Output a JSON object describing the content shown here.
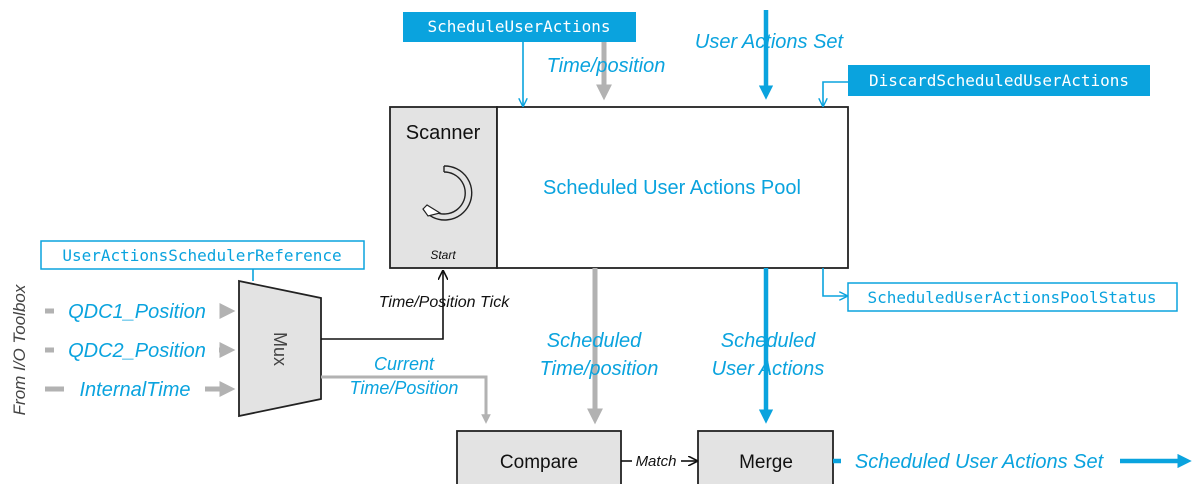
{
  "colors": {
    "accent": "#0aa3de",
    "gray_arrow": "#b2b2b2",
    "box_gray": "#e3e3e3",
    "stroke": "#222222"
  },
  "commands": {
    "schedule_user_actions": "ScheduleUserActions",
    "discard_scheduled_user_actions": "DiscardScheduledUserActions",
    "user_actions_scheduler_reference": "UserActionsSchedulerReference",
    "scheduled_user_actions_pool_status": "ScheduledUserActionsPoolStatus"
  },
  "blocks": {
    "scanner": "Scanner",
    "scanner_start": "Start",
    "pool": "Scheduled User Actions Pool",
    "mux": "Mux",
    "compare": "Compare",
    "merge": "Merge"
  },
  "labels": {
    "time_position": "Time/position",
    "user_actions_set": "User Actions Set",
    "time_position_tick": "Time/Position Tick",
    "current": "Current",
    "time_position_cap": "Time/Position",
    "scheduled": "Scheduled",
    "scheduled_time_position": "Time/position",
    "scheduled_ua_line1": "Scheduled",
    "scheduled_ua_line2": "User Actions",
    "match": "Match",
    "scheduled_user_actions_set": "Scheduled User Actions  Set",
    "from_io_toolbox": "From I/O Toolbox"
  },
  "inputs": [
    "QDC1_Position",
    "QDC2_Position",
    "InternalTime"
  ]
}
